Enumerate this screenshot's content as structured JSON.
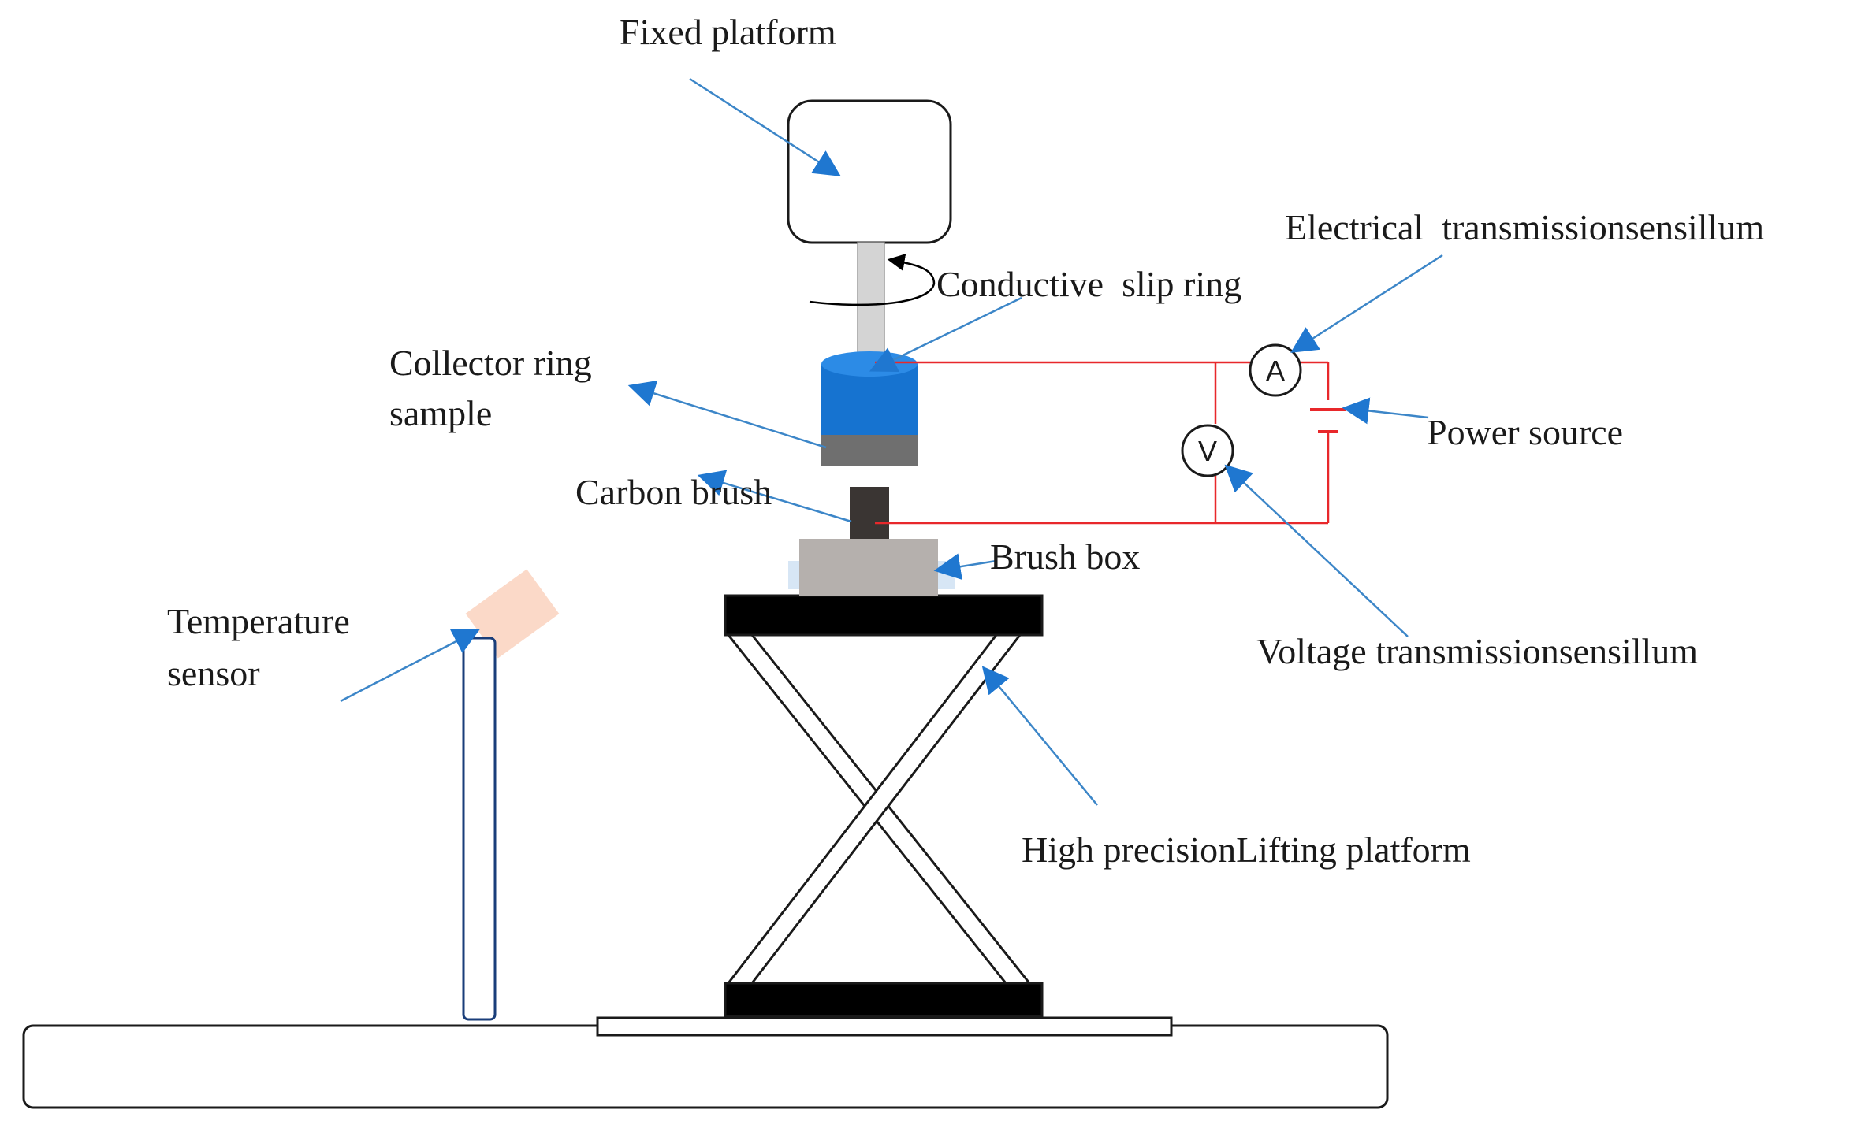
{
  "labels": {
    "fixed_platform": "Fixed platform",
    "conductive_slip_ring": "Conductive  slip ring",
    "collector_ring_sample_line1": "Collector ring",
    "collector_ring_sample_line2": "sample",
    "carbon_brush": "Carbon brush",
    "brush_box": "Brush box",
    "temperature_sensor_line1": "Temperature",
    "temperature_sensor_line2": "sensor",
    "electrical_transmissionsensillum": "Electrical  transmissionsensillum",
    "power_source": "Power source",
    "voltage_transmissionsensillum": "Voltage transmissionsensillum",
    "lifting_platform": "High precisionLifting platform"
  },
  "meters": {
    "ammeter": "A",
    "voltmeter": "V"
  },
  "colors": {
    "arrow": "#3c86c8",
    "circuit": "#e8282b",
    "ring_blue": "#1673d0",
    "ring_gray": "#6f6f6f",
    "brush": "#3a3533",
    "brush_box": "#b5b0ad",
    "platform_bar": "#000000",
    "sensor_tip": "#fbd9c8",
    "outline": "#1a1a1a"
  }
}
